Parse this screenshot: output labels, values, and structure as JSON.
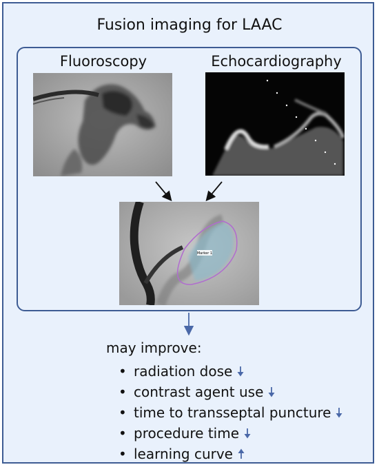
{
  "title": "Fusion imaging for LAAC",
  "panels": {
    "fluoroscopy_label": "Fluoroscopy",
    "echo_label": "Echocardiography"
  },
  "fused_overlay_text": "Marker 1",
  "improve": {
    "heading": "may improve:",
    "items": [
      {
        "label": "radiation dose",
        "trend": "down"
      },
      {
        "label": "contrast agent use",
        "trend": "down"
      },
      {
        "label": "time to transseptal puncture",
        "trend": "down"
      },
      {
        "label": "procedure time",
        "trend": "down"
      },
      {
        "label": "learning curve",
        "trend": "up"
      }
    ]
  },
  "colors": {
    "frame": "#3d5b93",
    "background": "#e9f1fc",
    "arrow": "#4a68a8"
  }
}
